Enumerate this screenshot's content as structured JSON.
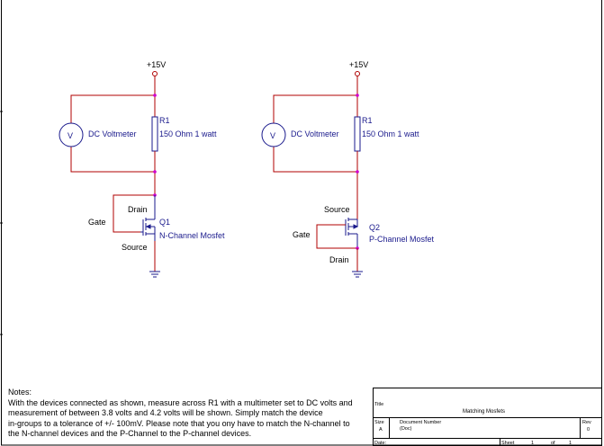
{
  "circuits": [
    {
      "supply_label": "+15V",
      "resistor_ref": "R1",
      "resistor_value": "150 Ohm 1 watt",
      "meter_label": "DC Voltmeter",
      "meter_symbol": "V",
      "transistor_ref": "Q1",
      "transistor_type": "N-Channel Mosfet",
      "top_pin": "Drain",
      "gate_pin": "Gate",
      "bottom_pin": "Source"
    },
    {
      "supply_label": "+15V",
      "resistor_ref": "R1",
      "resistor_value": "150 Ohm 1 watt",
      "meter_label": "DC Voltmeter",
      "meter_symbol": "V",
      "transistor_ref": "Q2",
      "transistor_type": "P-Channel Mosfet",
      "top_pin": "Source",
      "gate_pin": "Gate",
      "bottom_pin": "Drain"
    }
  ],
  "notes": {
    "heading": "Notes:",
    "lines": [
      "With the devices connected as shown, measure across R1 with a multimeter set to DC volts and",
      "measurement of between 3.8 volts and 4.2 volts will be shown.  Simply match the device",
      "in-groups to a tolerance of +/- 100mV.  Please note that you ony have to match the N-channel to",
      "the N-channel devices and the P-Channel to the P-channel devices."
    ]
  },
  "title_block": {
    "title_label": "Title",
    "title": "Matching Mosfets",
    "size_label": "Size",
    "size_value": "A",
    "docnum_label": "Document Number",
    "docnum_value": "(Doc)",
    "rev_label": "Rev",
    "rev_value": "0",
    "date_label": "Date:",
    "sheet_label": "Sheet",
    "sheet_num": "1",
    "of_label": "of",
    "sheet_total": "1"
  },
  "colors": {
    "wire": "#b00000",
    "component": "#1a1a8c",
    "junction": "#d000d0",
    "text": "#000000"
  }
}
